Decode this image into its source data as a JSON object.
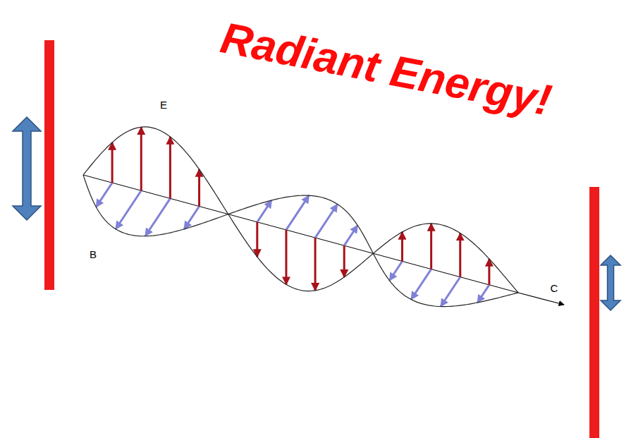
{
  "diagram": {
    "title": "Radiant Energy!",
    "labels": [
      "E",
      "B",
      "C"
    ]
  }
}
